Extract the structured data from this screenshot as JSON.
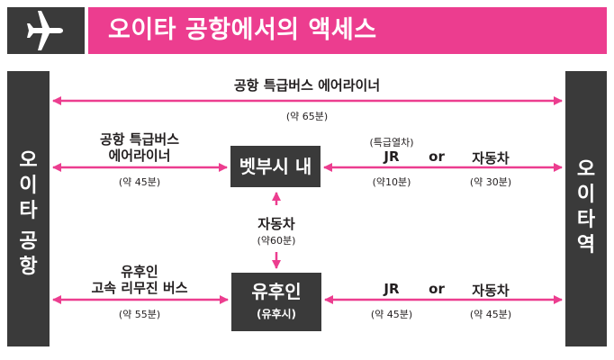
{
  "header": {
    "title": "오이타 공항에서의 액세스",
    "icon": "airplane-icon"
  },
  "colors": {
    "accent": "#ec3d8f",
    "dark": "#3a3a3a"
  },
  "left_terminal": {
    "chars": [
      "오",
      "이",
      "타",
      "공",
      "항"
    ]
  },
  "right_terminal": {
    "chars": [
      "오",
      "이",
      "타",
      "역"
    ]
  },
  "top_route": {
    "label": "공항 특급버스 에어라이너",
    "time": "(약 65분)"
  },
  "middle_route": {
    "left": {
      "line1": "공항 특급버스",
      "line2": "에어라이너",
      "time": "(약 45분)"
    },
    "node": "벳부시 내",
    "jr": {
      "note": "(특급열차)",
      "label": "JR",
      "time": "(약10분)"
    },
    "or": "or",
    "car": {
      "label": "자동차",
      "time": "(약 30분)"
    }
  },
  "vertical_link": {
    "label": "자동차",
    "time": "(약60분)"
  },
  "bottom_route": {
    "left": {
      "line1": "유후인",
      "line2": "고속 리무진 버스",
      "time": "(약 55분)"
    },
    "node": {
      "main": "유후인",
      "sub": "(유후시)"
    },
    "jr": {
      "label": "JR",
      "time": "(약 45분)"
    },
    "or": "or",
    "car": {
      "label": "자동차",
      "time": "(약 45분)"
    }
  }
}
